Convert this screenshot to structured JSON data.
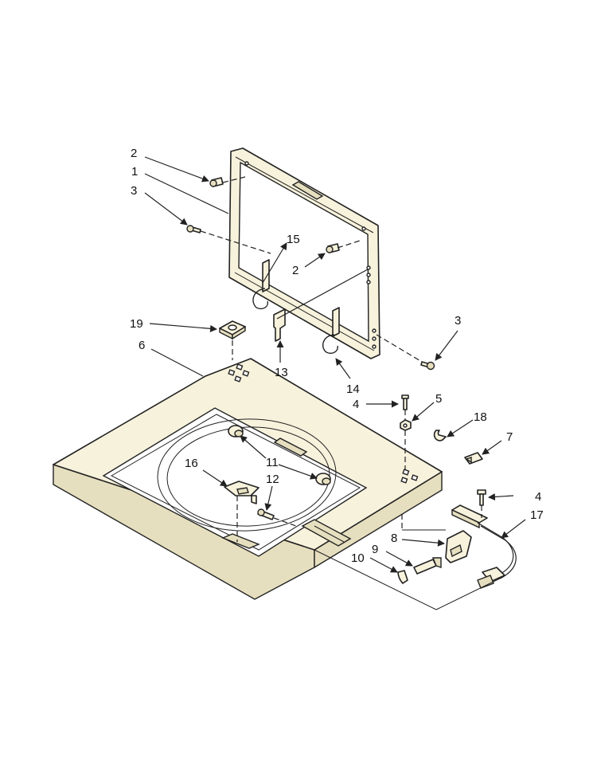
{
  "callouts": {
    "c1": "1",
    "c2a": "2",
    "c2b": "2",
    "c3a": "3",
    "c3b": "3",
    "c4a": "4",
    "c4b": "4",
    "c5": "5",
    "c6": "6",
    "c7": "7",
    "c8": "8",
    "c9": "9",
    "c10": "10",
    "c11": "11",
    "c12": "12",
    "c13": "13",
    "c14": "14",
    "c15": "15",
    "c16": "16",
    "c17": "17",
    "c18": "18",
    "c19": "19"
  }
}
